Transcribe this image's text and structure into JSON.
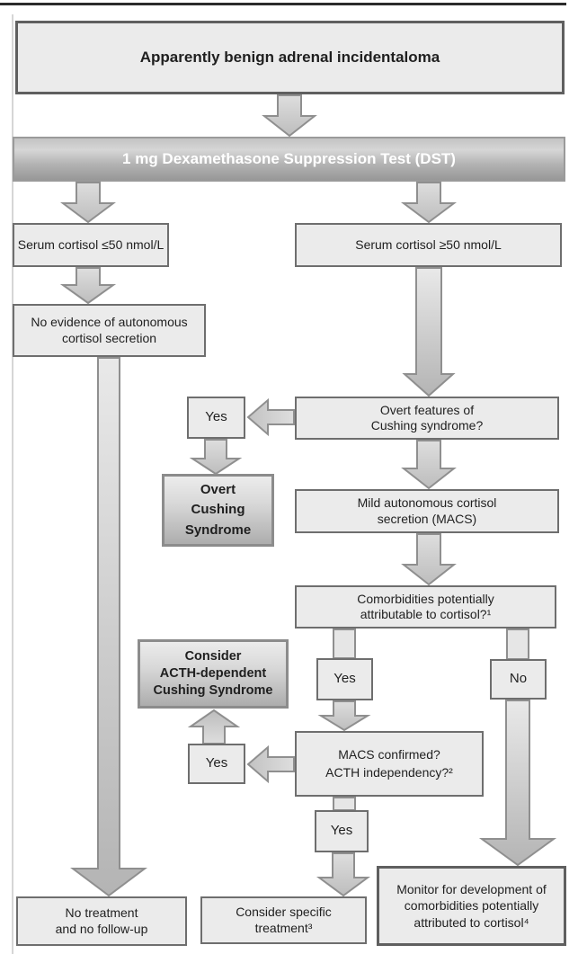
{
  "figure_type": "clinical-flowchart",
  "nodes": {
    "title": "Apparently benign adrenal incidentaloma",
    "dst": "1 mg Dexamethasone Suppression Test (DST)",
    "serum_low": "Serum cortisol ≤50 nmol/L",
    "serum_high": "Serum cortisol ≥50 nmol/L",
    "no_evidence": "No evidence of autonomous\ncortisol secretion",
    "overt_features": "Overt features of\nCushing syndrome?",
    "yes_overt": "Yes",
    "overt_cushing": "Overt\nCushing\nSyndrome",
    "macs": "Mild autonomous cortisol\nsecretion (MACS)",
    "comorbidities": "Comorbidities potentially\nattributable to cortisol?¹",
    "yes_comorbid": "Yes",
    "no_comorbid": "No",
    "consider_acth": "Consider\nACTH-dependent\nCushing Syndrome",
    "macs_confirmed": "MACS confirmed?\nACTH independency?²",
    "yes_acth_dep": "Yes",
    "yes_macs_confirmed": "Yes",
    "no_treatment": "No treatment\nand no follow-up",
    "consider_treatment": "Consider specific\ntreatment³",
    "monitor": "Monitor for development of\ncomorbidities potentially\nattributed to cortisol⁴"
  },
  "edges": [
    {
      "from": "title",
      "to": "dst"
    },
    {
      "from": "dst",
      "to": "serum_low"
    },
    {
      "from": "dst",
      "to": "serum_high"
    },
    {
      "from": "serum_low",
      "to": "no_evidence"
    },
    {
      "from": "no_evidence",
      "to": "no_treatment"
    },
    {
      "from": "serum_high",
      "to": "overt_features"
    },
    {
      "from": "overt_features",
      "to": "yes_overt",
      "label": "Yes"
    },
    {
      "from": "yes_overt",
      "to": "overt_cushing"
    },
    {
      "from": "overt_features",
      "to": "macs"
    },
    {
      "from": "macs",
      "to": "comorbidities"
    },
    {
      "from": "comorbidities",
      "to": "yes_comorbid",
      "label": "Yes"
    },
    {
      "from": "comorbidities",
      "to": "no_comorbid",
      "label": "No"
    },
    {
      "from": "yes_comorbid",
      "to": "macs_confirmed"
    },
    {
      "from": "macs_confirmed",
      "to": "yes_acth_dep",
      "label": "Yes"
    },
    {
      "from": "yes_acth_dep",
      "to": "consider_acth"
    },
    {
      "from": "macs_confirmed",
      "to": "yes_macs_confirmed",
      "label": "Yes"
    },
    {
      "from": "yes_macs_confirmed",
      "to": "consider_treatment"
    },
    {
      "from": "no_comorbid",
      "to": "monitor"
    }
  ],
  "colors": {
    "box_fill": "#ebebeb",
    "box_border": "#6e6e6e",
    "gradient_box_top": "#ececec",
    "gradient_box_bottom": "#adadad",
    "dst_text": "#ffffff",
    "arrow_fill": "#d2d2d2",
    "arrow_stroke": "#8f8f8f",
    "top_rule": "#2b2b2b"
  }
}
